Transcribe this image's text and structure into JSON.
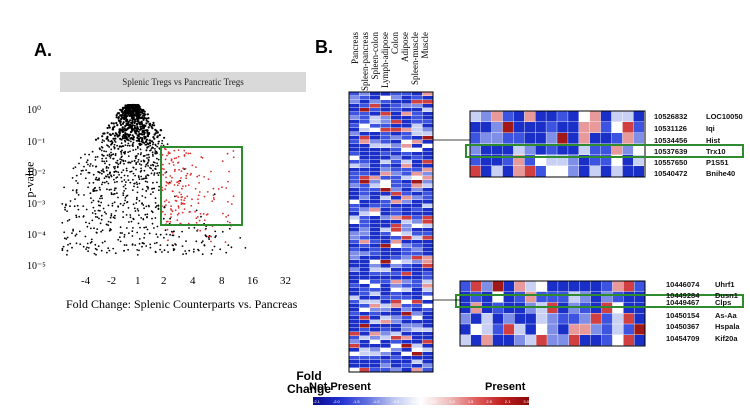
{
  "panel_a": {
    "label": "A.",
    "title": "Splenic Tregs vs Pancreatic Tregs",
    "y_axis_label": "p-value",
    "x_axis_label": "Fold Change: Splenic Counterparts vs. Pancreas",
    "y_ticks": [
      "10⁰",
      "10⁻¹",
      "10⁻²",
      "10⁻³",
      "10⁻⁴",
      "10⁻⁵"
    ],
    "x_ticks": [
      "-4",
      "-2",
      "1",
      "2",
      "4",
      "8",
      "16",
      "32"
    ],
    "highlight_color": "#2e8b2e",
    "point_colors": {
      "non_significant": "#000000",
      "significant": "#e03030"
    }
  },
  "panel_b": {
    "label": "B.",
    "columns": [
      "Pancreas",
      "Spleen-pancreas",
      "Spleen-colon",
      "Lymph-adipose",
      "Colon",
      "Adipose",
      "Spleen-muscle",
      "Muscle"
    ],
    "top_inset_genes": [
      {
        "id": "10526832",
        "name": "LOC10050"
      },
      {
        "id": "10531126",
        "name": "Iqi"
      },
      {
        "id": "10534456",
        "name": "Hist"
      },
      {
        "id": "10537639",
        "name": "Trx10"
      },
      {
        "id": "10557650",
        "name": "P1S51"
      },
      {
        "id": "10540472",
        "name": "Bnihe40"
      }
    ],
    "bottom_inset_genes": [
      {
        "id": "10446074",
        "name": "Uhrf1"
      },
      {
        "id": "10449284",
        "name": "Dusn1"
      },
      {
        "id": "10449467",
        "name": "Clps"
      },
      {
        "id": "10450154",
        "name": "As-Aa"
      },
      {
        "id": "10450367",
        "name": "Hspala"
      },
      {
        "id": "10454709",
        "name": "Kif20a"
      }
    ],
    "fold_change_label": "Fold\nChange",
    "legend_ticks": [
      "-2.1",
      "-2.0",
      "-1.5",
      "-1.0",
      "-0.5",
      "0.0",
      "0.5",
      "1.0",
      "1.5",
      "2.0",
      "2.1",
      "3.0"
    ],
    "not_present_label": "Not Present",
    "present_label": "Present",
    "highlight_color": "#2e8b2e"
  }
}
